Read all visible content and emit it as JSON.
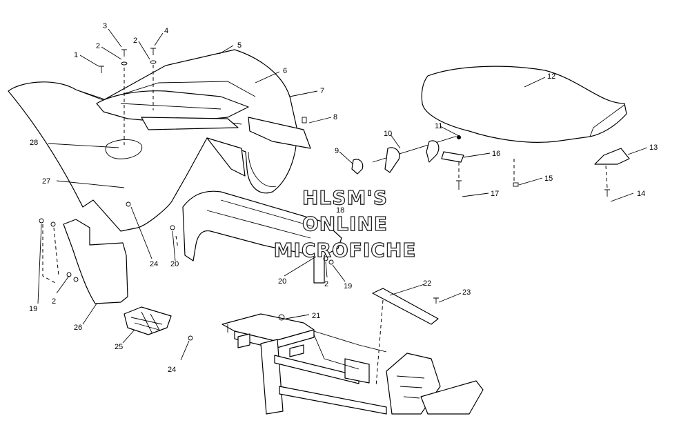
{
  "diagram": {
    "callouts": {
      "c1": "1",
      "c2a": "2",
      "c2b": "2",
      "c2c": "2",
      "c2d": "2",
      "c3": "3",
      "c4": "4",
      "c5": "5",
      "c6": "6",
      "c7": "7",
      "c8": "8",
      "c9": "9",
      "c10": "10",
      "c11": "11",
      "c12": "12",
      "c13": "13",
      "c14": "14",
      "c15": "15",
      "c16": "16",
      "c17": "17",
      "c18": "18",
      "c19a": "19",
      "c19b": "19",
      "c20a": "20",
      "c20b": "20",
      "c21": "21",
      "c22": "22",
      "c23": "23",
      "c24a": "24",
      "c24b": "24",
      "c25": "25",
      "c26": "26",
      "c27": "27",
      "c28": "28"
    },
    "watermark": {
      "line1": "HLSM'S",
      "line2": "ONLINE",
      "line3": "MICROFICHE"
    }
  }
}
